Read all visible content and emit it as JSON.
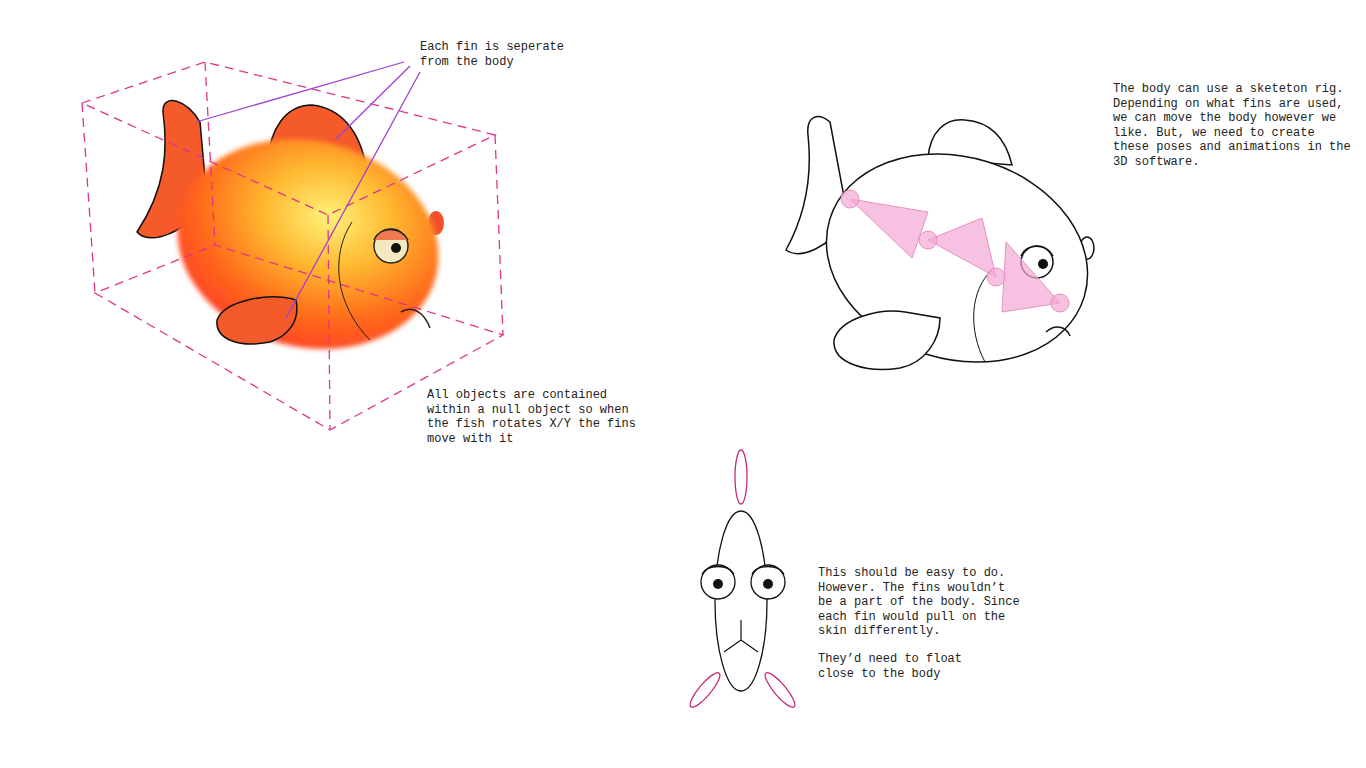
{
  "diagram": {
    "labels": [
      "Each fin is seperate from the body",
      "All objects are contained within a null object so when the fish rotates X/Y the fins move with it",
      "The body can use a sketeton rig. Depending on what fins are used, we can move the body however we like. But, we need to create these poses and animations in the 3D software.",
      "This should be easy to do. However. The fins wouldn’t be a part of the body. Since each fin would pull on the skin differently.",
      "They’d need to float close to the body"
    ]
  }
}
